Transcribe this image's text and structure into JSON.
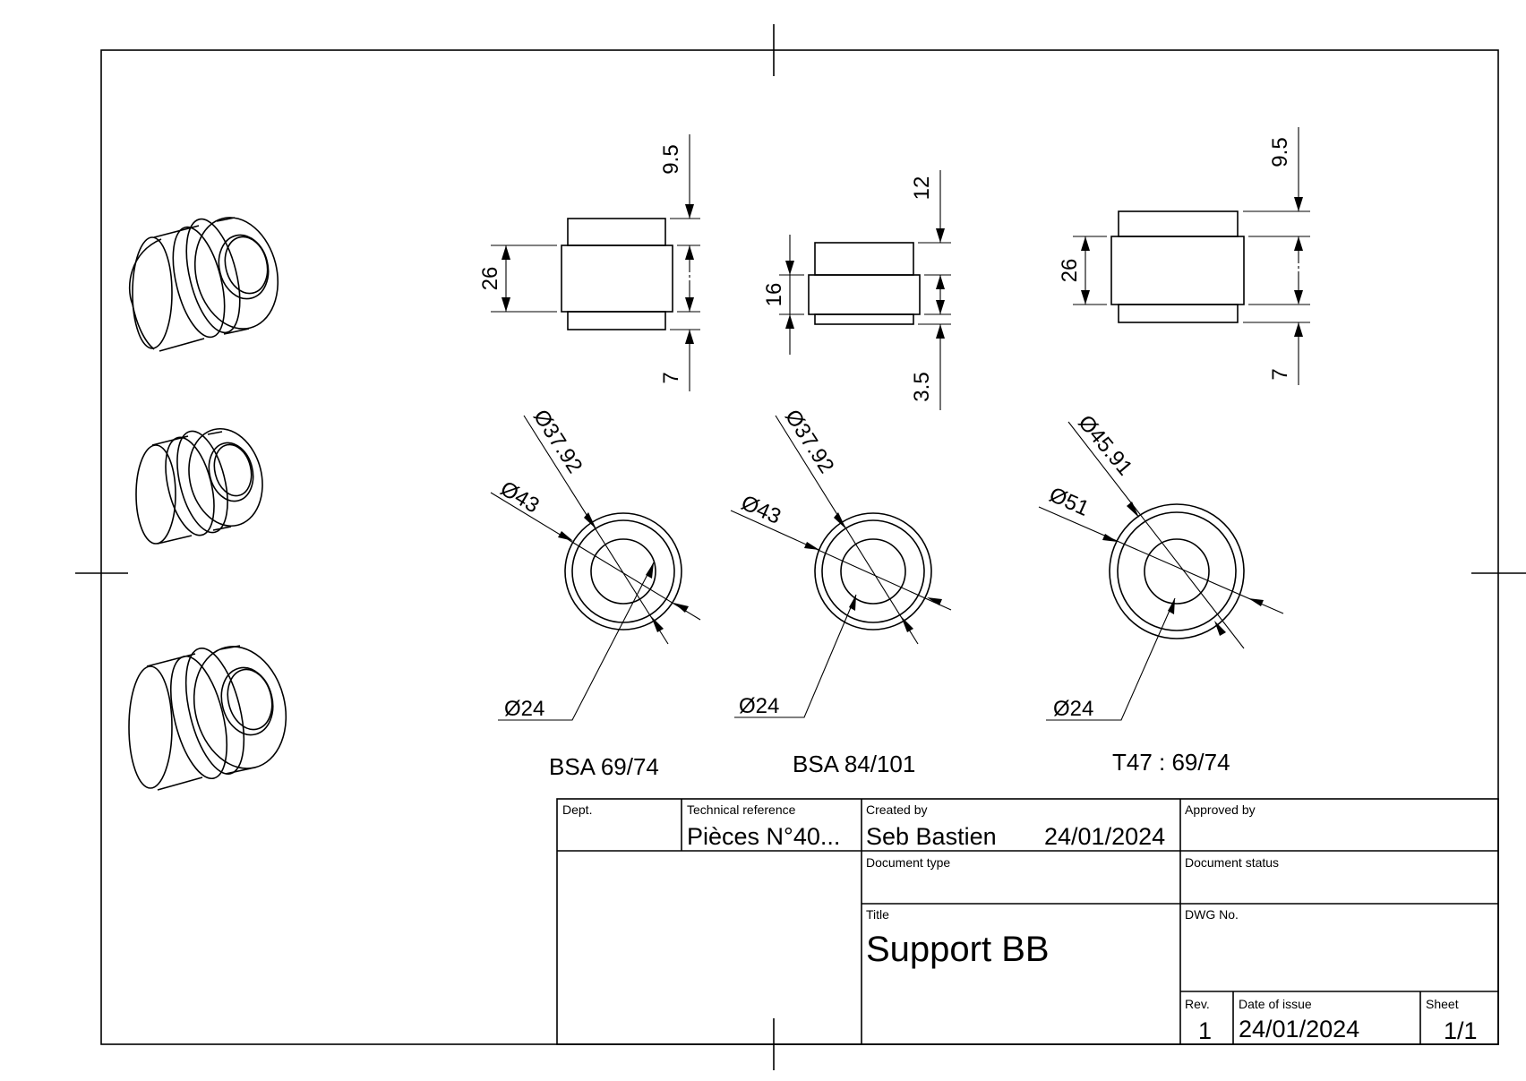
{
  "views": [
    {
      "caption": "BSA 69/74",
      "height_total": "26",
      "top_offset": "9.5",
      "bottom_offset": "7",
      "dia_outer": "Ø43",
      "dia_mid": "Ø37.92",
      "dia_inner": "Ø24"
    },
    {
      "caption": "BSA 84/101",
      "height_total": "16",
      "top_offset": "12",
      "bottom_offset": "3.5",
      "dia_outer": "Ø43",
      "dia_mid": "Ø37.92",
      "dia_inner": "Ø24"
    },
    {
      "caption": "T47 : 69/74",
      "height_total": "26",
      "top_offset": "9.5",
      "bottom_offset": "7",
      "dia_outer": "Ø51",
      "dia_mid": "Ø45.91",
      "dia_inner": "Ø24"
    }
  ],
  "title_block": {
    "dept_label": "Dept.",
    "techref_label": "Technical reference",
    "techref_value": "Pièces N°40...",
    "created_label": "Created by",
    "created_value": "Seb Bastien",
    "created_date": "24/01/2024",
    "approved_label": "Approved by",
    "doctype_label": "Document type",
    "docstatus_label": "Document status",
    "title_label": "Title",
    "title_value": "Support BB",
    "dwg_label": "DWG No.",
    "rev_label": "Rev.",
    "rev_value": "1",
    "issue_label": "Date of issue",
    "issue_value": "24/01/2024",
    "sheet_label": "Sheet",
    "sheet_value": "1/1"
  }
}
